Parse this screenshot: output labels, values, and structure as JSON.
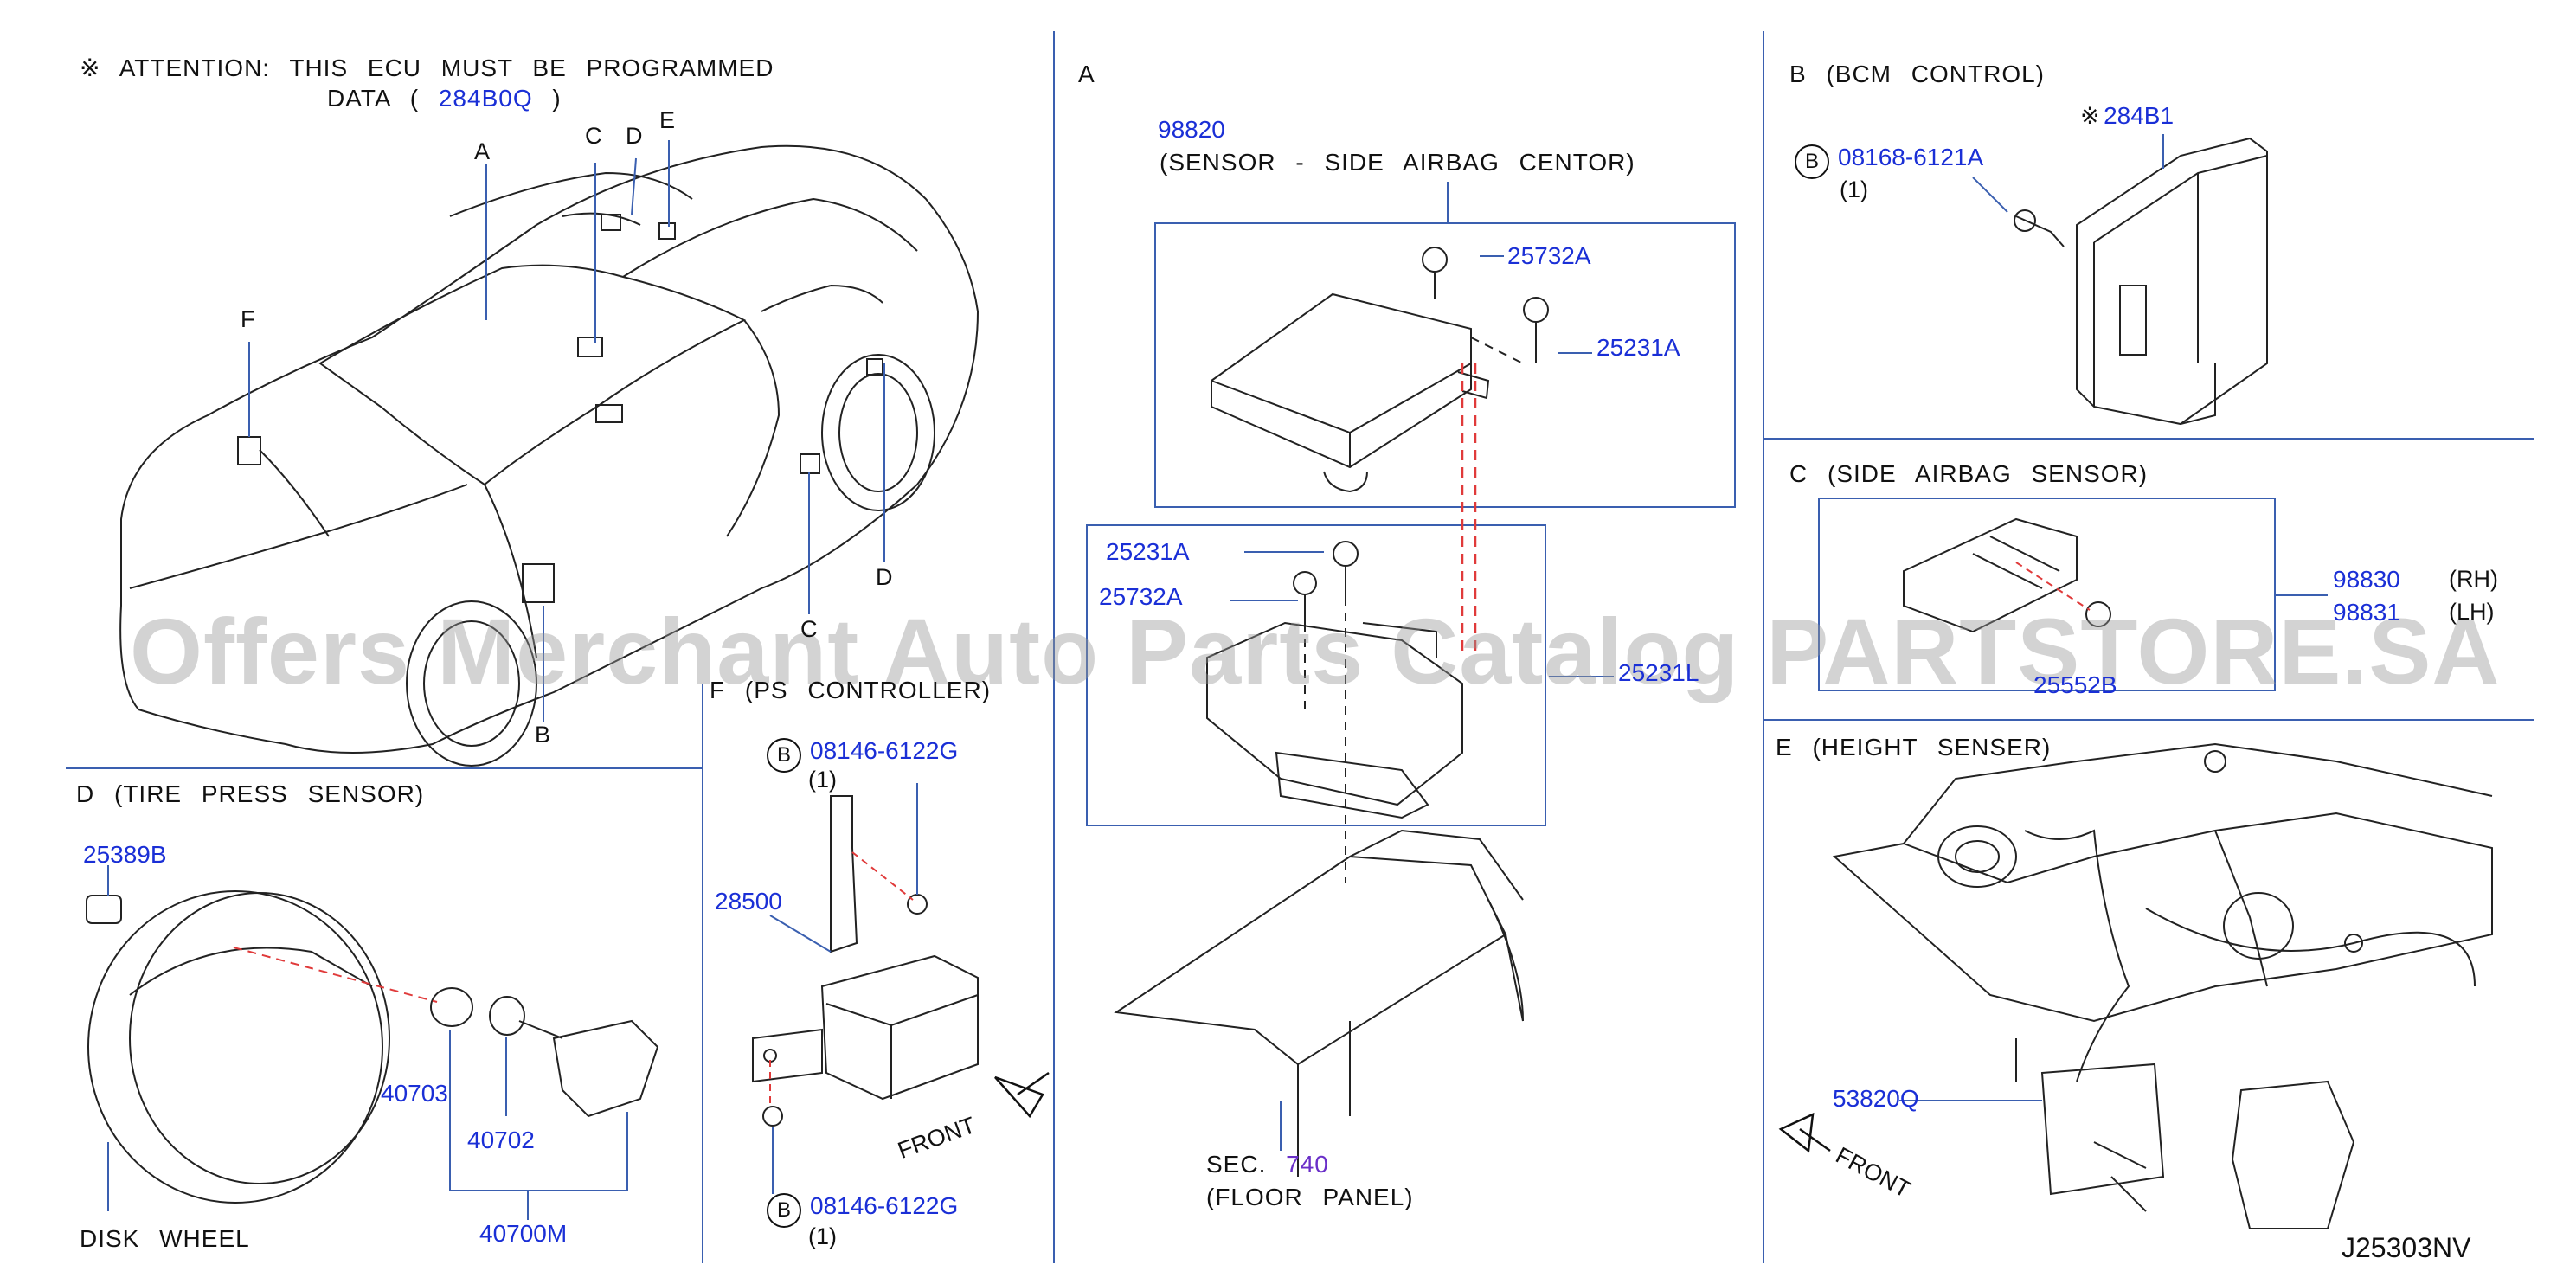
{
  "attention": {
    "mark": "※",
    "line1": "ATTENTION:  THIS  ECU  MUST  BE  PROGRAMMED",
    "line2_prefix": "DATA  (",
    "line2_part": "284B0Q",
    "line2_suffix": ")"
  },
  "car_callouts": {
    "a": "A",
    "b": "B",
    "c_top": "C",
    "c_bottom": "C",
    "d_top": "D",
    "d_bottom": "D",
    "e": "E",
    "f": "F"
  },
  "sections": {
    "a": {
      "title": "A"
    },
    "b": {
      "title": "B  (BCM  CONTROL)"
    },
    "c": {
      "title": "C  (SIDE  AIRBAG  SENSOR)"
    },
    "d": {
      "title": "D  (TIRE  PRESS  SENSOR)"
    },
    "e": {
      "title": "E  (HEIGHT  SENSER)"
    },
    "f": {
      "title": "F  (PS  CONTROLLER)"
    }
  },
  "section_a": {
    "sensor_part": "98820",
    "sensor_desc": "(SENSOR  -  SIDE  AIRBAG  CENTOR)",
    "bolt_top": "25732A",
    "bolt_right": "25231A",
    "bracket_bolt1": "25231A",
    "bracket_bolt2": "25732A",
    "bracket_right": "25231L",
    "sec_label": "SEC.",
    "sec_number": "740",
    "floor_panel": "(FLOOR  PANEL)"
  },
  "section_b": {
    "circle": "B",
    "bolt_part": "08168-6121A",
    "bolt_qty": "(1)",
    "mark": "※",
    "ecu_part": "284B1"
  },
  "section_c": {
    "part_rh": "98830",
    "rh": "(RH)",
    "part_lh": "98831",
    "lh": "(LH)",
    "nut": "25552B"
  },
  "section_d": {
    "cap": "25389B",
    "valve": "40703",
    "grommet": "40702",
    "assembly": "40700M",
    "wheel_label": "DISK  WHEEL"
  },
  "section_e": {
    "sensor_part": "53820Q",
    "front": "FRONT"
  },
  "section_f": {
    "circle_top": "B",
    "bolt_top": "08146-6122G",
    "qty_top": "(1)",
    "controller": "28500",
    "circle_bottom": "B",
    "bolt_bottom": "08146-6122G",
    "qty_bottom": "(1)",
    "front": "FRONT"
  },
  "diagram_code": "J25303NV",
  "watermark": "Offers Merchant Auto Parts Catalog PARTSTORE.SA",
  "colors": {
    "part_number": "#1a2fd6",
    "sec_number": "#6a2fc8",
    "leader": "#3a5fb0",
    "dashed": "#e03a3a"
  }
}
